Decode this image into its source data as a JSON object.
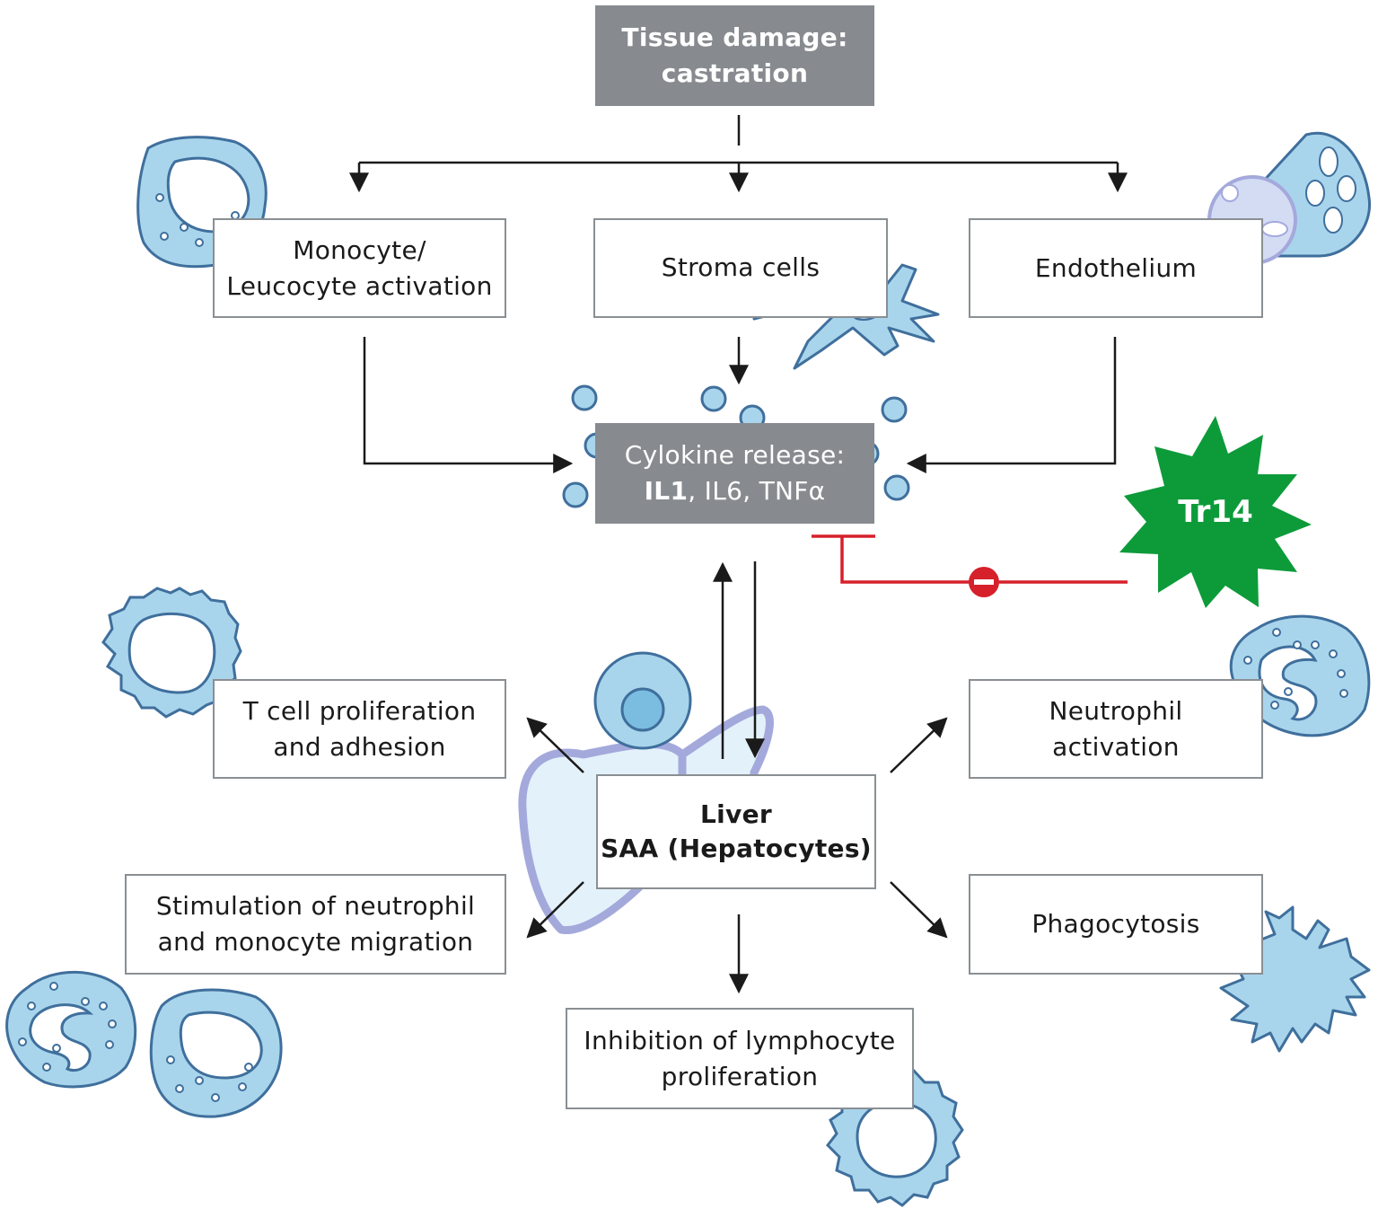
{
  "colors": {
    "arrow": "#1a1a1a",
    "box_border": "#8a8f93",
    "dark_box": "#878b8f",
    "cell_fill": "#a9d5ec",
    "cell_stroke": "#3f6f9c",
    "liver_fill": "#e3f1fa",
    "liver_stroke": "#a4a9dc",
    "inhibition_red": "#d6202b",
    "tr14_green": "#0d9b3a"
  },
  "nodes": {
    "tissue_damage": {
      "line1": "Tissue damage:",
      "line2": "castration"
    },
    "monocyte": {
      "line1": "Monocyte/",
      "line2": "Leucocyte activation"
    },
    "stroma": {
      "line1": "Stroma cells"
    },
    "endothelium": {
      "line1": "Endothelium"
    },
    "cytokine": {
      "line1": "Cylokine release:",
      "il1": "IL1",
      "rest": ", IL6, TNFα"
    },
    "tcell": {
      "line1": "T cell proliferation",
      "line2": "and adhesion"
    },
    "neutrophil": {
      "line1": "Neutrophil",
      "line2": "activation"
    },
    "liver": {
      "line1": "Liver",
      "line2": "SAA (Hepatocytes)"
    },
    "migration": {
      "line1": "Stimulation of neutrophil",
      "line2": "and monocyte migration"
    },
    "phagocytosis": {
      "line1": "Phagocytosis"
    },
    "lymphocyte": {
      "line1": "Inhibition of lymphocyte",
      "line2": "proliferation"
    }
  },
  "tr14": {
    "label": "Tr14"
  },
  "icons": [
    "monocyte-cell-icon",
    "endothelium-vessel-icon",
    "stroma-cell-icon",
    "cytokine-molecule-icon",
    "lymphocyte-cell-icon",
    "neutrophil-cell-icon",
    "hepatocyte-cell-icon",
    "liver-organ-icon",
    "macrophage-cell-icon",
    "inhibition-symbol-icon"
  ]
}
